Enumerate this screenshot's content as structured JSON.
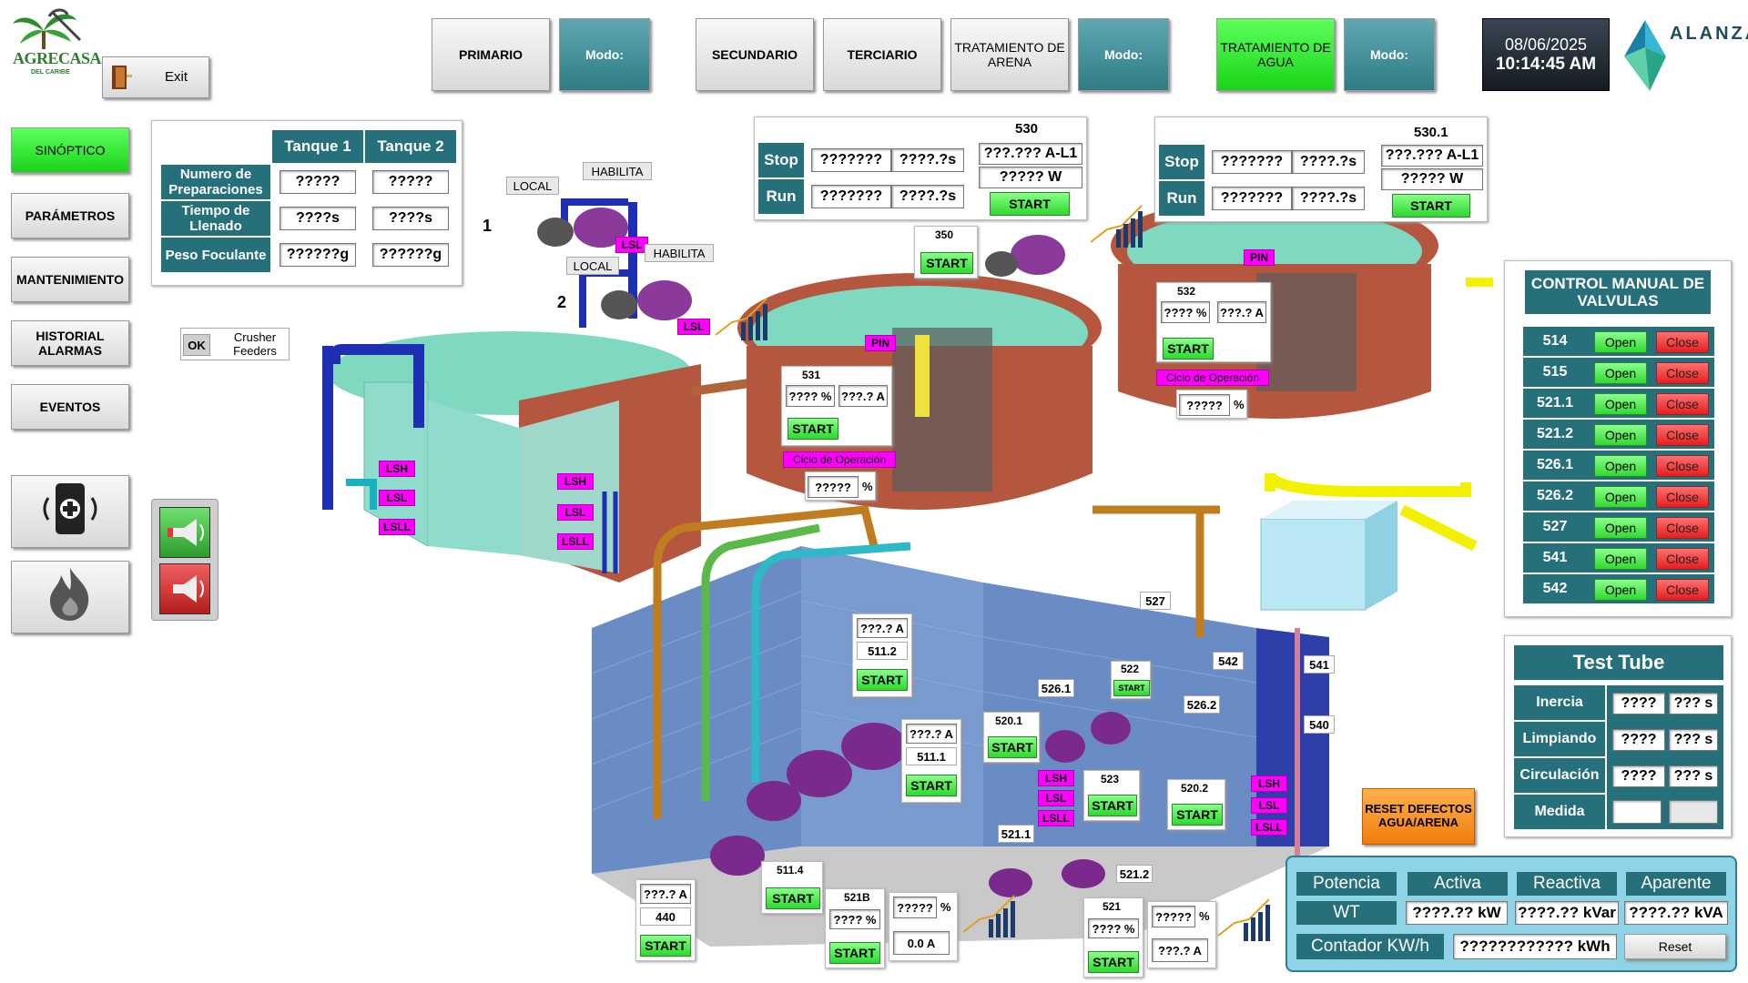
{
  "header": {
    "logo_text": "AGRECASA",
    "logo_sub": "DEL CARIBE",
    "exit_label": "Exit",
    "nav": {
      "primario": "PRIMARIO",
      "modo1": "Modo:",
      "secundario": "SECUNDARIO",
      "terciario": "TERCIARIO",
      "trat_arena": "TRATAMIENTO DE ARENA",
      "modo2": "Modo:",
      "trat_agua": "TRATAMIENTO DE AGUA",
      "modo3": "Modo:"
    },
    "date": "08/06/2025",
    "time": "10:14:45 AM",
    "brand": "ALANZA"
  },
  "sidebar": {
    "sinoptico": "SINÓPTICO",
    "parametros": "PARÁMETROS",
    "mantenimiento": "MANTENIMIENTO",
    "historial": "HISTORIAL ALARMAS",
    "eventos": "EVENTOS"
  },
  "crusher": {
    "ok": "OK",
    "label": "Crusher Feeders"
  },
  "tank_table": {
    "col1": "Tanque 1",
    "col2": "Tanque 2",
    "rows": [
      {
        "label": "Numero de Preparaciones",
        "v1": "?????",
        "v2": "?????"
      },
      {
        "label": "Tiempo de Llenado",
        "v1": "????s",
        "v2": "????s"
      },
      {
        "label": "Peso Foculante",
        "v1": "??????g",
        "v2": "??????g"
      }
    ]
  },
  "pumps_small": {
    "local1": "LOCAL",
    "habilita1": "HABILITA",
    "num1": "1",
    "lsl1": "LSL",
    "local2": "LOCAL",
    "habilita2": "HABILITA",
    "num2": "2",
    "lsl2": "LSL"
  },
  "panel530": {
    "title": "530",
    "stop": "Stop",
    "run": "Run",
    "stop_v1": "???????",
    "stop_v2": "????.?s",
    "run_v1": "???????",
    "run_v2": "????.?s",
    "current": "???.??? A-L1",
    "power": "????? W",
    "start": "START"
  },
  "panel5301": {
    "title": "530.1",
    "stop": "Stop",
    "run": "Run",
    "stop_v1": "???????",
    "stop_v2": "????.?s",
    "run_v1": "???????",
    "run_v2": "????.?s",
    "current": "???.??? A-L1",
    "power": "????? W",
    "start": "START"
  },
  "equip": {
    "p350": {
      "label": "350",
      "start": "START"
    },
    "t531": {
      "label": "531",
      "pct": "???? %",
      "amp": "???.? A",
      "start": "START",
      "ciclo": "Ciclo de Operación",
      "cycle_pct": "?????",
      "pct_sign": "%"
    },
    "t532": {
      "label": "532",
      "pct": "???? %",
      "amp": "???.? A",
      "start": "START",
      "ciclo": "Ciclo de Operación",
      "cycle_pct": "?????",
      "pct_sign": "%"
    },
    "pin1": "PIN",
    "pin2": "PIN",
    "tank_left_tags": [
      "LSH",
      "LSL",
      "LSLL"
    ],
    "tank_mid_tags": [
      "LSH",
      "LSL",
      "LSLL"
    ],
    "p5112": {
      "amp": "???.? A",
      "label": "511.2",
      "start": "START"
    },
    "p5111": {
      "amp": "???.? A",
      "label": "511.1",
      "start": "START"
    },
    "p5114": {
      "label": "511.4",
      "start": "START"
    },
    "p440": {
      "amp": "???.? A",
      "label": "440",
      "start": "START"
    },
    "p521b": {
      "label": "521B",
      "pct": "???? %",
      "start": "START",
      "pct2": "?????",
      "pct_sign": "%",
      "amp": "0.0 A"
    },
    "p521": {
      "label": "521",
      "pct": "???? %",
      "start": "START",
      "pct2": "?????",
      "pct_sign": "%",
      "amp": "???.? A"
    },
    "p5201": {
      "label": "520.1",
      "start": "START"
    },
    "p523": {
      "label": "523",
      "start": "START"
    },
    "p5202": {
      "label": "520.2",
      "start": "START"
    },
    "p522": {
      "label": "522",
      "start": "START"
    },
    "lbl5261": "526.1",
    "lbl5262": "526.2",
    "lbl527": "527",
    "lbl542": "542",
    "lbl541": "541",
    "lbl540": "540",
    "lbl5211": "521.1",
    "lbl5212": "521.2",
    "room_tags_a": [
      "LSH",
      "LSL",
      "LSLL"
    ],
    "room_tags_b": [
      "LSH",
      "LSL",
      "LSLL"
    ]
  },
  "valves": {
    "title": "CONTROL MANUAL DE VALVULAS",
    "open": "Open",
    "close": "Close",
    "ids": [
      "514",
      "515",
      "521.1",
      "521.2",
      "526.1",
      "526.2",
      "527",
      "541",
      "542"
    ]
  },
  "test_tube": {
    "title": "Test Tube",
    "rows": [
      {
        "label": "Inercia",
        "v1": "????",
        "v2": "??? s"
      },
      {
        "label": "Limpiando",
        "v1": "????",
        "v2": "??? s"
      },
      {
        "label": "Circulación",
        "v1": "????",
        "v2": "??? s"
      },
      {
        "label": "Medida",
        "v1": "",
        "v2": ""
      }
    ]
  },
  "reset_defects": "RESET DEFECTOS AGUA/ARENA",
  "energy": {
    "h_pot": "Potencia",
    "h_act": "Activa",
    "h_rea": "Reactiva",
    "h_apa": "Aparente",
    "wt": "WT",
    "kw": "????.?? kW",
    "kvar": "????.?? kVar",
    "kva": "????.?? kVA",
    "counter_label": "Contador KW/h",
    "counter_value": "???????????? kWh",
    "reset": "Reset"
  },
  "colors": {
    "teal": "#25707b",
    "green": "#2fd92f",
    "magenta": "#ff00ff",
    "red": "#e61d1d",
    "tank_rust": "#b5563e",
    "water": "#7fd9c0",
    "wall_blue": "#5b7fb6"
  }
}
